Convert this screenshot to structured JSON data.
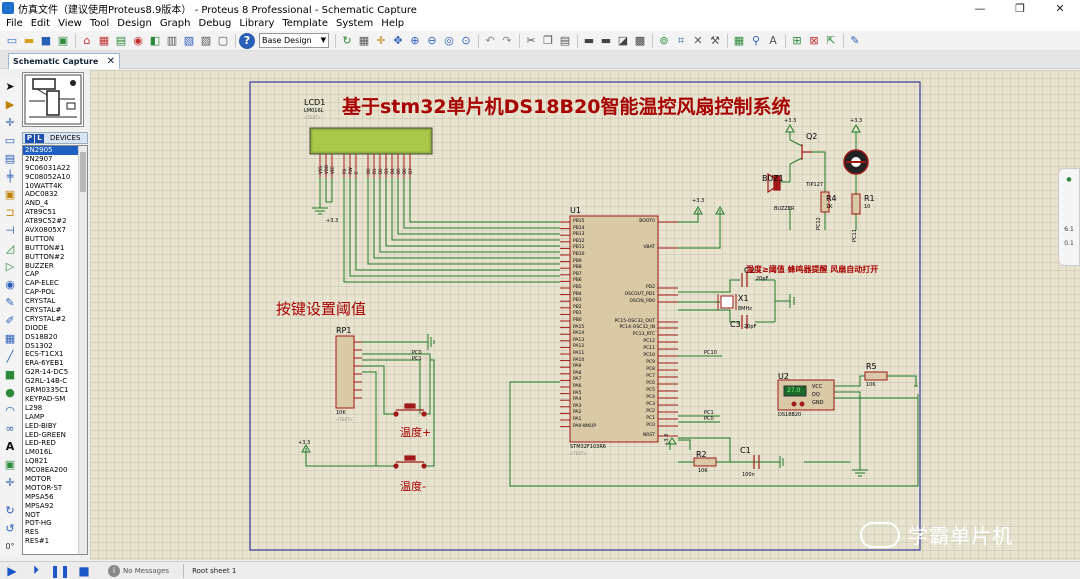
{
  "window": {
    "title": "仿真文件（建议使用Proteus8.9版本） - Proteus 8 Professional - Schematic Capture",
    "controls": [
      "—",
      "❐",
      "✕"
    ]
  },
  "menu": [
    "File",
    "Edit",
    "View",
    "Tool",
    "Design",
    "Graph",
    "Debug",
    "Library",
    "Template",
    "System",
    "Help"
  ],
  "toolbar": {
    "design_dropdown": "Base Design"
  },
  "tab": {
    "label": "Schematic Capture",
    "close": "✕"
  },
  "devices": {
    "header_p": "P",
    "header_l": "L",
    "header_label": "DEVICES",
    "items": [
      "2N2905",
      "2N2907",
      "9C06031A22",
      "9C08052A10",
      "10WATT4K",
      "ADC0832",
      "AND_4",
      "AT89C51",
      "AT89C52#2",
      "AVX0805X7",
      "BUTTON",
      "BUTTON#1",
      "BUTTON#2",
      "BUZZER",
      "CAP",
      "CAP-ELEC",
      "CAP-POL",
      "CRYSTAL",
      "CRYSTAL#",
      "CRYSTAL#2",
      "DIODE",
      "DS18B20",
      "DS1302",
      "ECS-T1CX1",
      "ERA-6YEB1",
      "G2R-14-DC5",
      "G2RL-14B-C",
      "GRM0335C1",
      "KEYPAD-SM",
      "L298",
      "LAMP",
      "LED-BIBY",
      "LED-GREEN",
      "LED-RED",
      "LM016L",
      "LQ821",
      "MC08EA200",
      "MOTOR",
      "MOTOR-ST",
      "MPSA56",
      "MPSA92",
      "NOT",
      "POT-HG",
      "RES",
      "RES#1"
    ],
    "selected_index": 0
  },
  "schematic": {
    "title": "基于stm32单片机DS18B20智能温控风扇控制系统",
    "lcd_ref": "LCD1",
    "lcd_part": "LM016L",
    "lcd_text": "<TEXT>",
    "lcd_pins": [
      "VSS",
      "VDD",
      "VEE",
      "RS",
      "RW",
      "E",
      "D0",
      "D1",
      "D2",
      "D3",
      "D4",
      "D5",
      "D6",
      "D7"
    ],
    "v33": "+3.3",
    "mcu_ref": "U1",
    "mcu_part": "STM32F103R6",
    "mcu_text": "<TEXT>",
    "mcu_left_pins": [
      "PB15",
      "PB14",
      "PB13",
      "PB12",
      "PB11",
      "PB10",
      "PB9",
      "PB8",
      "PB7",
      "PB6",
      "PB5",
      "PB4",
      "PB3",
      "PB2",
      "PB1",
      "PB0",
      "PA15",
      "PA14",
      "PA13",
      "PA12",
      "PA11",
      "PA10",
      "PA9",
      "PA8",
      "PA7",
      "PA6",
      "PA5",
      "PA4",
      "PA3",
      "PA2",
      "PA1",
      "PA0-WKUP"
    ],
    "mcu_right_pins": [
      "BOOT0",
      "VBAT",
      "PD2",
      "OSCOUT_PD1",
      "OSCIN_PD0",
      "PC15-OSC32_OUT",
      "PC14-OSC32_IN",
      "PC13_RTC",
      "PC12",
      "PC11",
      "PC10",
      "PC9",
      "PC8",
      "PC7",
      "PC6",
      "PC5",
      "PC4",
      "PC3",
      "PC2",
      "PC1",
      "PC0",
      "NRST"
    ],
    "button_title": "按键设置阈值",
    "rp1_ref": "RP1",
    "rp1_val": "10K",
    "rp1_text": "<TEXT>",
    "btn_up": "温度+",
    "btn_down": "温度-",
    "pc0": "PC0",
    "pc1": "PC1",
    "pc10": "PC10",
    "q2_ref": "Q2",
    "q2_part": "TIP127",
    "buz_ref": "BUZ1",
    "buz_part": "BUZZER",
    "r4_ref": "R4",
    "r4_val": "1K",
    "r1_ref": "R1",
    "r1_val": "10",
    "pc12": "PC12",
    "pc11": "PC11",
    "c2_ref": "C2",
    "c2_val": "20pF",
    "c3_ref": "C3",
    "c3_val": "20pF",
    "x1_ref": "X1",
    "x1_val": "8MHz",
    "annotation": "温度≥阈值  蜂鸣器提醒 风扇自动打开",
    "u2_ref": "U2",
    "u2_part": "DS18B20",
    "u2_display": "27.0",
    "u2_pins": [
      "VCC",
      "DQ",
      "GND"
    ],
    "r5_ref": "R5",
    "r5_val": "10K",
    "r2_ref": "R2",
    "r2_val": "10K",
    "c1_ref": "C1",
    "c1_val": "100n"
  },
  "right_panel": {
    "values": [
      "6.1",
      "0.1"
    ]
  },
  "status": {
    "messages": "No Messages",
    "sheet": "Root sheet 1"
  },
  "watermark": {
    "text": "学霸单片机"
  },
  "colors": {
    "wire": "#1e7a2a",
    "component": "#a01818",
    "fill": "#d9c9a6",
    "title": "#a80000",
    "border": "#3a3a9a",
    "lcd_screen": "#98b83a"
  }
}
